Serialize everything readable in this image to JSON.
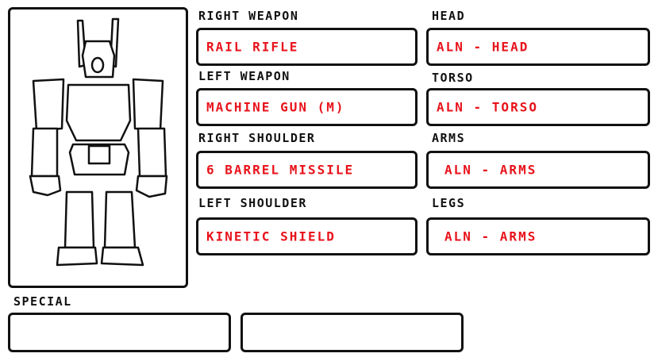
{
  "labels": {
    "right_weapon": "RIGHT WEAPON",
    "left_weapon": "LEFT WEAPON",
    "right_shoulder": "RIGHT SHOULDER",
    "left_shoulder": "LEFT SHOULDER",
    "head": "HEAD",
    "torso": "TORSO",
    "arms": "ARMS",
    "legs": "LEGS",
    "special": "SPECIAL"
  },
  "slots": {
    "right_weapon": "RAIL RIFLE",
    "left_weapon": "MACHINE GUN (M)",
    "right_shoulder": "6 BARREL MISSILE",
    "left_shoulder": "KINETIC SHIELD",
    "head": "ALN - HEAD",
    "torso": "ALN - TORSO",
    "arms": "ALN - ARMS",
    "legs": "ALN - ARMS"
  },
  "colors": {
    "value_text": "#e8121b",
    "outline": "#111111"
  },
  "icons": {
    "robot_preview": "mech-robot-icon"
  }
}
